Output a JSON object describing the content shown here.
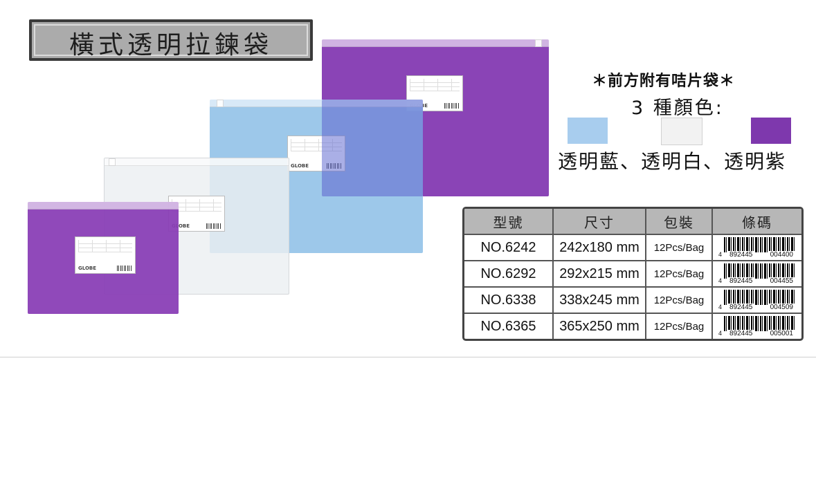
{
  "title": "橫式透明拉鍊袋",
  "front_pocket_note": "＊前方附有咭片袋＊",
  "colors_count": "3 種顏色:",
  "colors_names": "透明藍、透明白、透明紫",
  "colors": {
    "blue": "#a8cdee",
    "white": "#f2f2f2",
    "purple": "#7e38ad"
  },
  "bag_label_brand": "GLOBE",
  "table": {
    "headers": [
      "型號",
      "尺寸",
      "包裝",
      "條碼"
    ],
    "rows": [
      {
        "model": "NO.6242",
        "size": "242x180 mm",
        "pack": "12Pcs/Bag",
        "bc_first": "4",
        "bc_left": "892445",
        "bc_right": "004400"
      },
      {
        "model": "NO.6292",
        "size": "292x215 mm",
        "pack": "12Pcs/Bag",
        "bc_first": "4",
        "bc_left": "892445",
        "bc_right": "004455"
      },
      {
        "model": "NO.6338",
        "size": "338x245 mm",
        "pack": "12Pcs/Bag",
        "bc_first": "4",
        "bc_left": "892445",
        "bc_right": "004509"
      },
      {
        "model": "NO.6365",
        "size": "365x250 mm",
        "pack": "12Pcs/Bag",
        "bc_first": "4",
        "bc_left": "892445",
        "bc_right": "005001"
      }
    ]
  }
}
